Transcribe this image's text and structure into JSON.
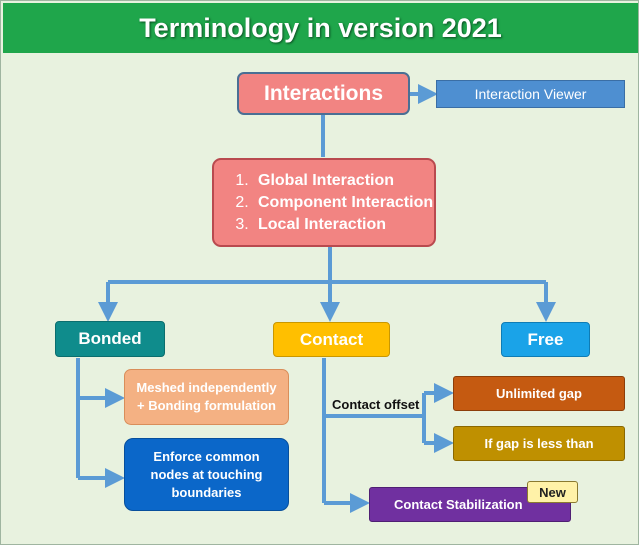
{
  "title": "Terminology in version 2021",
  "colors": {
    "background": "#e8f2df",
    "banner": "#1fa64b",
    "connector": "#5b9bd5"
  },
  "nodes": {
    "interactions": "Interactions",
    "interaction_viewer": "Interaction Viewer",
    "interaction_types": [
      {
        "num": "1.",
        "label": "Global Interaction"
      },
      {
        "num": "2.",
        "label": "Component Interaction"
      },
      {
        "num": "3.",
        "label": "Local Interaction"
      }
    ],
    "bonded": "Bonded",
    "contact": "Contact",
    "free": "Free",
    "meshed_line1": "Meshed independently",
    "meshed_line2": "+ Bonding formulation",
    "enforce_line1": "Enforce common",
    "enforce_line2": "nodes at touching",
    "enforce_line3": "boundaries",
    "contact_offset": "Contact offset",
    "unlimited_gap": "Unlimited gap",
    "gap_less_than": "If gap is less than",
    "contact_stabilization": "Contact Stabilization",
    "new_badge": "New"
  }
}
